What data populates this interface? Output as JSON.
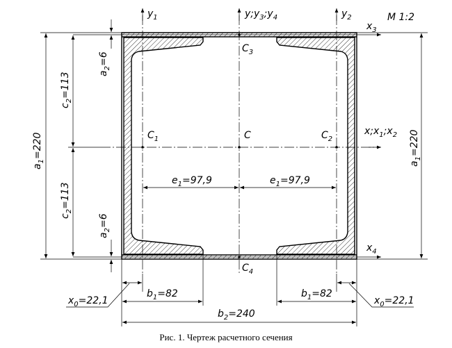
{
  "caption": "Рис. 1. Чертеж расчетного сечения",
  "scale": "М 1:2",
  "axes": {
    "y1": {
      "main": "y",
      "sub": "1"
    },
    "y_center": {
      "main": "y;y",
      "sub1": "3",
      "mid": ";y",
      "sub2": "4"
    },
    "y2": {
      "main": "y",
      "sub": "2"
    },
    "x3": {
      "main": "x",
      "sub": "3"
    },
    "x_center": {
      "main": "x;x",
      "sub1": "1",
      "mid": ";x",
      "sub2": "2"
    },
    "x4": {
      "main": "x",
      "sub": "4"
    }
  },
  "points": {
    "c": "C",
    "c1": {
      "main": "C",
      "sub": "1"
    },
    "c2": {
      "main": "C",
      "sub": "2"
    },
    "c3": {
      "main": "C",
      "sub": "3"
    },
    "c4": {
      "main": "C",
      "sub": "4"
    }
  },
  "dimensions": {
    "a1_left": {
      "main": "a",
      "sub": "1",
      "value": "=220"
    },
    "a1_right": {
      "main": "a",
      "sub": "1",
      "value": "=220"
    },
    "c2_top": {
      "main": "c",
      "sub": "2",
      "value": "=113"
    },
    "c2_bottom": {
      "main": "c",
      "sub": "2",
      "value": "=113"
    },
    "a2_top": {
      "main": "a",
      "sub": "2",
      "value": "=6"
    },
    "a2_bottom": {
      "main": "a",
      "sub": "2",
      "value": "=6"
    },
    "e1_left": {
      "main": "e",
      "sub": "1",
      "value": "=97,9"
    },
    "e1_right": {
      "main": "e",
      "sub": "1",
      "value": "=97,9"
    },
    "b1_left": {
      "main": "b",
      "sub": "1",
      "value": "=82"
    },
    "b1_right": {
      "main": "b",
      "sub": "1",
      "value": "=82"
    },
    "b2": {
      "main": "b",
      "sub": "2",
      "value": "=240"
    },
    "x0_left": {
      "main": "x",
      "sub": "0",
      "value": "=22,1"
    },
    "x0_right": {
      "main": "x",
      "sub": "0",
      "value": "=22,1"
    }
  }
}
